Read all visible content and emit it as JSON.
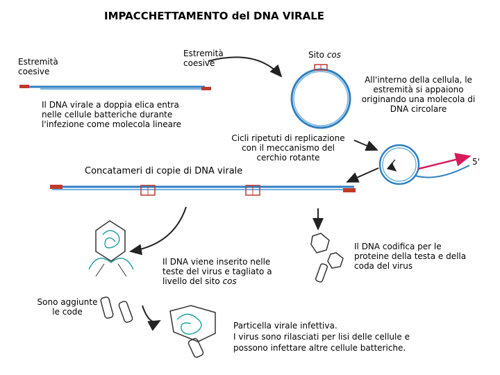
{
  "title": "IMPACCHETTAMENTO del DNA VIRALE",
  "labels": {
    "cohesive_left_1": "Estremità",
    "cohesive_left_2": "coesive",
    "cohesive_right_1": "Estremità",
    "cohesive_right_2": "coesive",
    "cos_site_prefix": "Sito ",
    "cos_site_italic": "cos",
    "five_prime": "5'",
    "concatamers": "Concatameri di copie di DNA virale",
    "tails_1": "Sono aggiunte",
    "tails_2": "le code"
  },
  "texts": {
    "linear_1": "Il DNA virale a doppia elica entra",
    "linear_2": "nelle cellule batteriche durante",
    "linear_3": "l'infezione come molecola lineare",
    "circular_1": "All'interno della cellula, le",
    "circular_2": "estremità si appaiono",
    "circular_3": "originando una molecola di",
    "circular_4": "DNA circolare",
    "rolling_1": "Cicli ripetuti di replicazione",
    "rolling_2": "con il meccanismo del",
    "rolling_3": "cerchio rotante",
    "encodes_1": "Il DNA codifica per le",
    "encodes_2": "proteine della testa e della",
    "encodes_3": "coda del virus",
    "inserted_1": "Il DNA viene inserito nelle",
    "inserted_2": "teste del virus e tagliato a",
    "inserted_3_prefix": "livello del sito ",
    "inserted_3_italic": "cos",
    "infective_1": "Particella virale infettiva.",
    "infective_2": "I virus sono rilasciati per lisi delle cellule e",
    "infective_3": "possono infettare altre cellule batteriche."
  },
  "colors": {
    "dna": "#2f7fc0",
    "dna_light": "#6fb0e0",
    "cos_box": "#c0392b",
    "new_strand": "#d81b5a",
    "arrow": "#222222",
    "virus_dna": "#27a3a0"
  }
}
